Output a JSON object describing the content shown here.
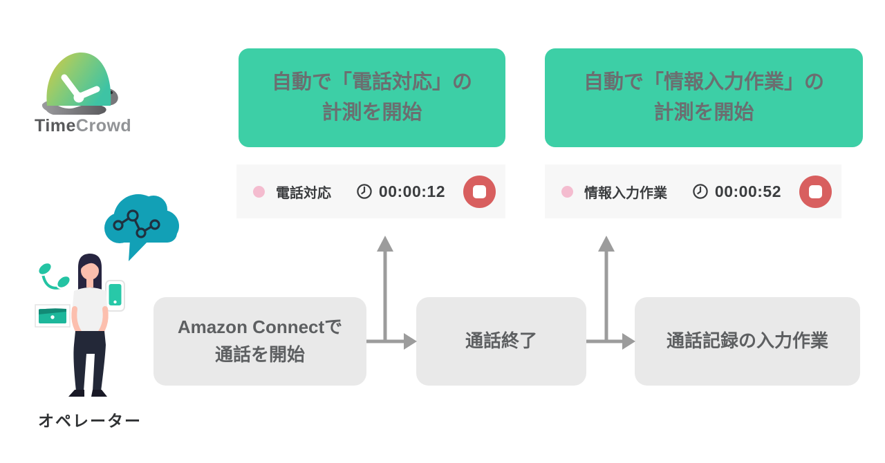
{
  "logo": {
    "brand_part1": "Time",
    "brand_part2": "Crowd"
  },
  "banners": [
    {
      "line1": "自動で「電話対応」の",
      "line2": "計測を開始"
    },
    {
      "line1": "自動で「情報入力作業」の",
      "line2": "計測を開始"
    }
  ],
  "timers": [
    {
      "task": "電話対応",
      "elapsed": "00:00:12"
    },
    {
      "task": "情報入力作業",
      "elapsed": "00:00:52"
    }
  ],
  "flow_steps": [
    {
      "line1": "Amazon Connectで",
      "line2": "通話を開始"
    },
    {
      "line1": "通話終了"
    },
    {
      "line1": "通話記録の入力作業"
    }
  ],
  "operator_label": "オペレーター",
  "icons": {
    "logo": "timecrowd-turtle-clock-logo",
    "timer_clock": "clock-icon",
    "timer_stop": "stop-button",
    "task_dot": "pink-task-dot",
    "speech_bubble": "teal-cloud-with-network-graph",
    "around_operator": [
      "phone-handset-icon",
      "wallet-icon",
      "smartphone-icon"
    ]
  },
  "colors": {
    "banner_green": "#3dcfa6",
    "banner_text": "#6b6e70",
    "timer_bg": "#f7f7f7",
    "timer_text": "#3b3d3f",
    "task_dot_pink": "#f4bccf",
    "stop_red": "#d85f5f",
    "step_bg": "#e9e9e9",
    "step_text": "#5d5f61",
    "arrow_gray": "#9c9c9c",
    "cloud_teal": "#12a0b6",
    "accent_teal": "#23c3a3",
    "brand_text_dark": "#58595b",
    "brand_text_light": "#919396"
  }
}
